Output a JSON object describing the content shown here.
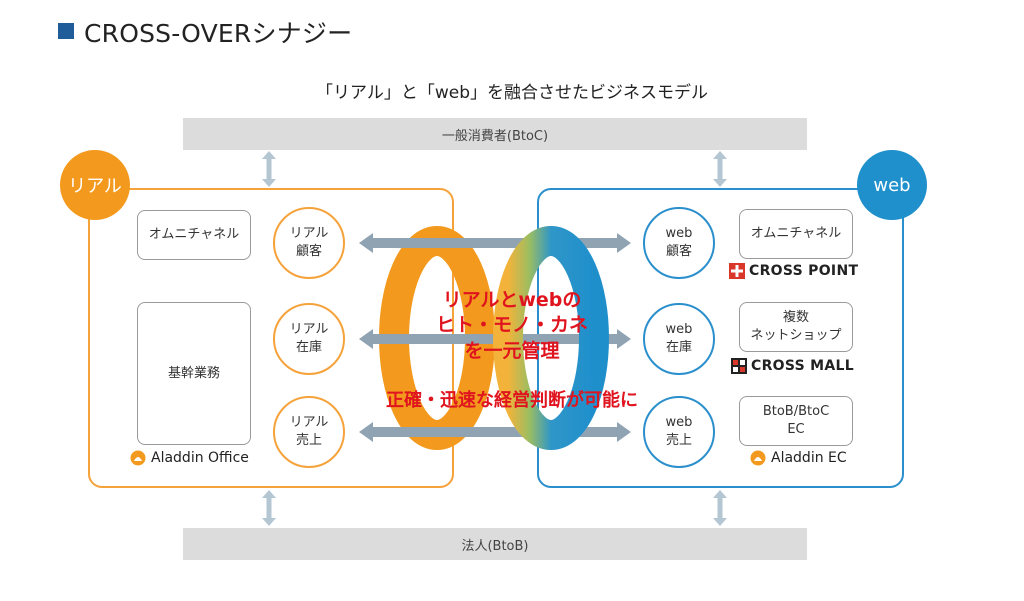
{
  "header": {
    "title": "CROSS-OVERシナジー",
    "subtitle": "「リアル」と「web」を融合させたビジネスモデル"
  },
  "bars": {
    "top": "一般消費者(BtoC)",
    "bottom": "法人(BtoB)"
  },
  "left_panel": {
    "label": "リアル",
    "boxes": [
      "オムニチャネル",
      "基幹業務"
    ],
    "circles": [
      {
        "line1": "リアル",
        "line2": "顧客"
      },
      {
        "line1": "リアル",
        "line2": "在庫"
      },
      {
        "line1": "リアル",
        "line2": "売上"
      }
    ],
    "logo": "Aladdin Office"
  },
  "right_panel": {
    "label": "web",
    "circles": [
      {
        "line1": "web",
        "line2": "顧客"
      },
      {
        "line1": "web",
        "line2": "在庫"
      },
      {
        "line1": "web",
        "line2": "売上"
      }
    ],
    "boxes": [
      {
        "line1": "オムニチャネル",
        "line2": ""
      },
      {
        "line1": "複数",
        "line2": "ネットショップ"
      },
      {
        "line1": "BtoB/BtoC",
        "line2": "EC"
      }
    ],
    "logos": [
      "CROSS POINT",
      "CROSS MALL",
      "Aladdin EC"
    ]
  },
  "center": {
    "line1": "リアルとwebの",
    "line2": "ヒト・モノ・カネ",
    "line3": "を一元管理",
    "line4": "正確・迅速な経営判断が可能に"
  },
  "colors": {
    "orange": "#f39a1e",
    "blue": "#1f90cc",
    "red": "#e0141e",
    "gray_bar": "#dcdcdc",
    "arrow": "#8fa3b3",
    "title_square": "#1f5c99"
  },
  "icons": {
    "arrows": "double-headed-arrow-icon",
    "cross_point": "cross-point-logo-icon",
    "cross_mall": "cross-mall-logo-icon",
    "aladdin": "aladdin-lamp-logo-icon"
  }
}
